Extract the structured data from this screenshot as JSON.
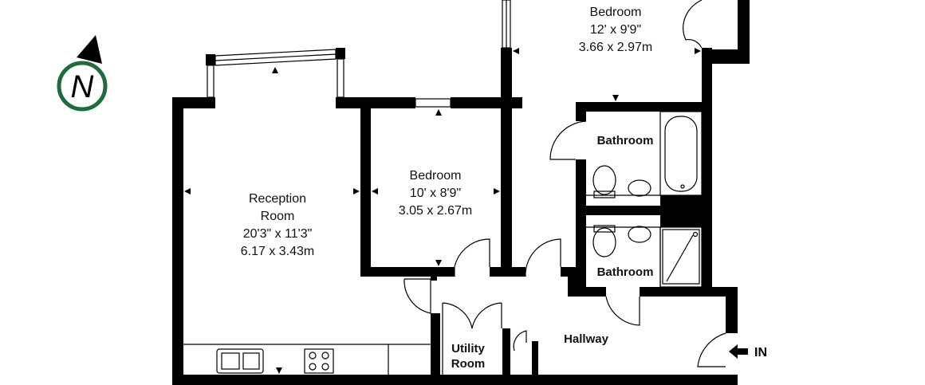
{
  "compass": {
    "letter": "N",
    "color": "#1e6b3c"
  },
  "rooms": {
    "reception": {
      "name1": "Reception",
      "name2": "Room",
      "imperial": "20'3\" x 11'3\"",
      "metric": "6.17 x 3.43m"
    },
    "bedroom1": {
      "name": "Bedroom",
      "imperial": "10' x 8'9\"",
      "metric": "3.05 x 2.67m"
    },
    "bedroom2": {
      "name": "Bedroom",
      "imperial": "12' x 9'9\"",
      "metric": "3.66 x 2.97m"
    },
    "bathroom1": {
      "name": "Bathroom"
    },
    "bathroom2": {
      "name": "Bathroom"
    },
    "utility": {
      "name1": "Utility",
      "name2": "Room"
    },
    "hallway": {
      "name": "Hallway"
    }
  },
  "entrance": {
    "label": "IN"
  }
}
